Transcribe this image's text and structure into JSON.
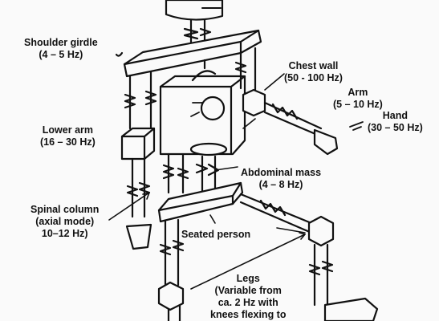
{
  "labels": {
    "shoulder_girdle": {
      "name": "Shoulder girdle",
      "freq": "(4 – 5 Hz)"
    },
    "chest_wall": {
      "name": "Chest wall",
      "freq": "(50 - 100 Hz)"
    },
    "arm": {
      "name": "Arm",
      "freq": "(5 – 10 Hz)"
    },
    "hand": {
      "name": "Hand",
      "freq": "(30 – 50 Hz)"
    },
    "lower_arm": {
      "name": "Lower arm",
      "freq": "(16 – 30 Hz)"
    },
    "abdominal_mass": {
      "name": "Abdominal mass",
      "freq": "(4 – 8 Hz)"
    },
    "spinal_column": {
      "line1": "Spinal column",
      "line2": "(axial mode)",
      "line3": "10–12 Hz)"
    },
    "seated_person": {
      "name": "Seated person"
    },
    "legs": {
      "name": "Legs",
      "line2": "(Variable from",
      "line3": "ca. 2 Hz with",
      "line4": "knees flexing to"
    }
  },
  "colors": {
    "ink": "#111111",
    "paper": "#fafafa"
  }
}
